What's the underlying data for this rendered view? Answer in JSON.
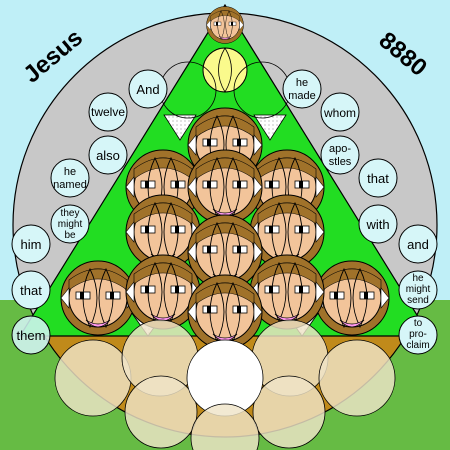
{
  "header": {
    "left_label": "Jesus",
    "right_label": "8880"
  },
  "words": {
    "and": "And",
    "he_made": [
      "he",
      "made"
    ],
    "twelve": "twelve",
    "whom": "whom",
    "also": "also",
    "apostles": [
      "apo-",
      "stles"
    ],
    "he_named": [
      "he",
      "named"
    ],
    "that_right": "that",
    "they_might_be": [
      "they",
      "might",
      "be"
    ],
    "with": "with",
    "him": "him",
    "and_right": "and",
    "that_left": "that",
    "he_might_send": [
      "he",
      "might",
      "send"
    ],
    "them": "them",
    "to_proclaim": [
      "to",
      "pro-",
      "claim"
    ]
  },
  "colors": {
    "sky": "#bfeff7",
    "grass": "#66bb44",
    "disc": "#c8c8c8",
    "triangle": "#22dd22",
    "ground": "#c08a1a",
    "bubble": "#d6f6f8",
    "skin": "#f2c49a",
    "hair": "#a0722a",
    "pink": "#ff99ee",
    "halo": "#fafa8c"
  }
}
